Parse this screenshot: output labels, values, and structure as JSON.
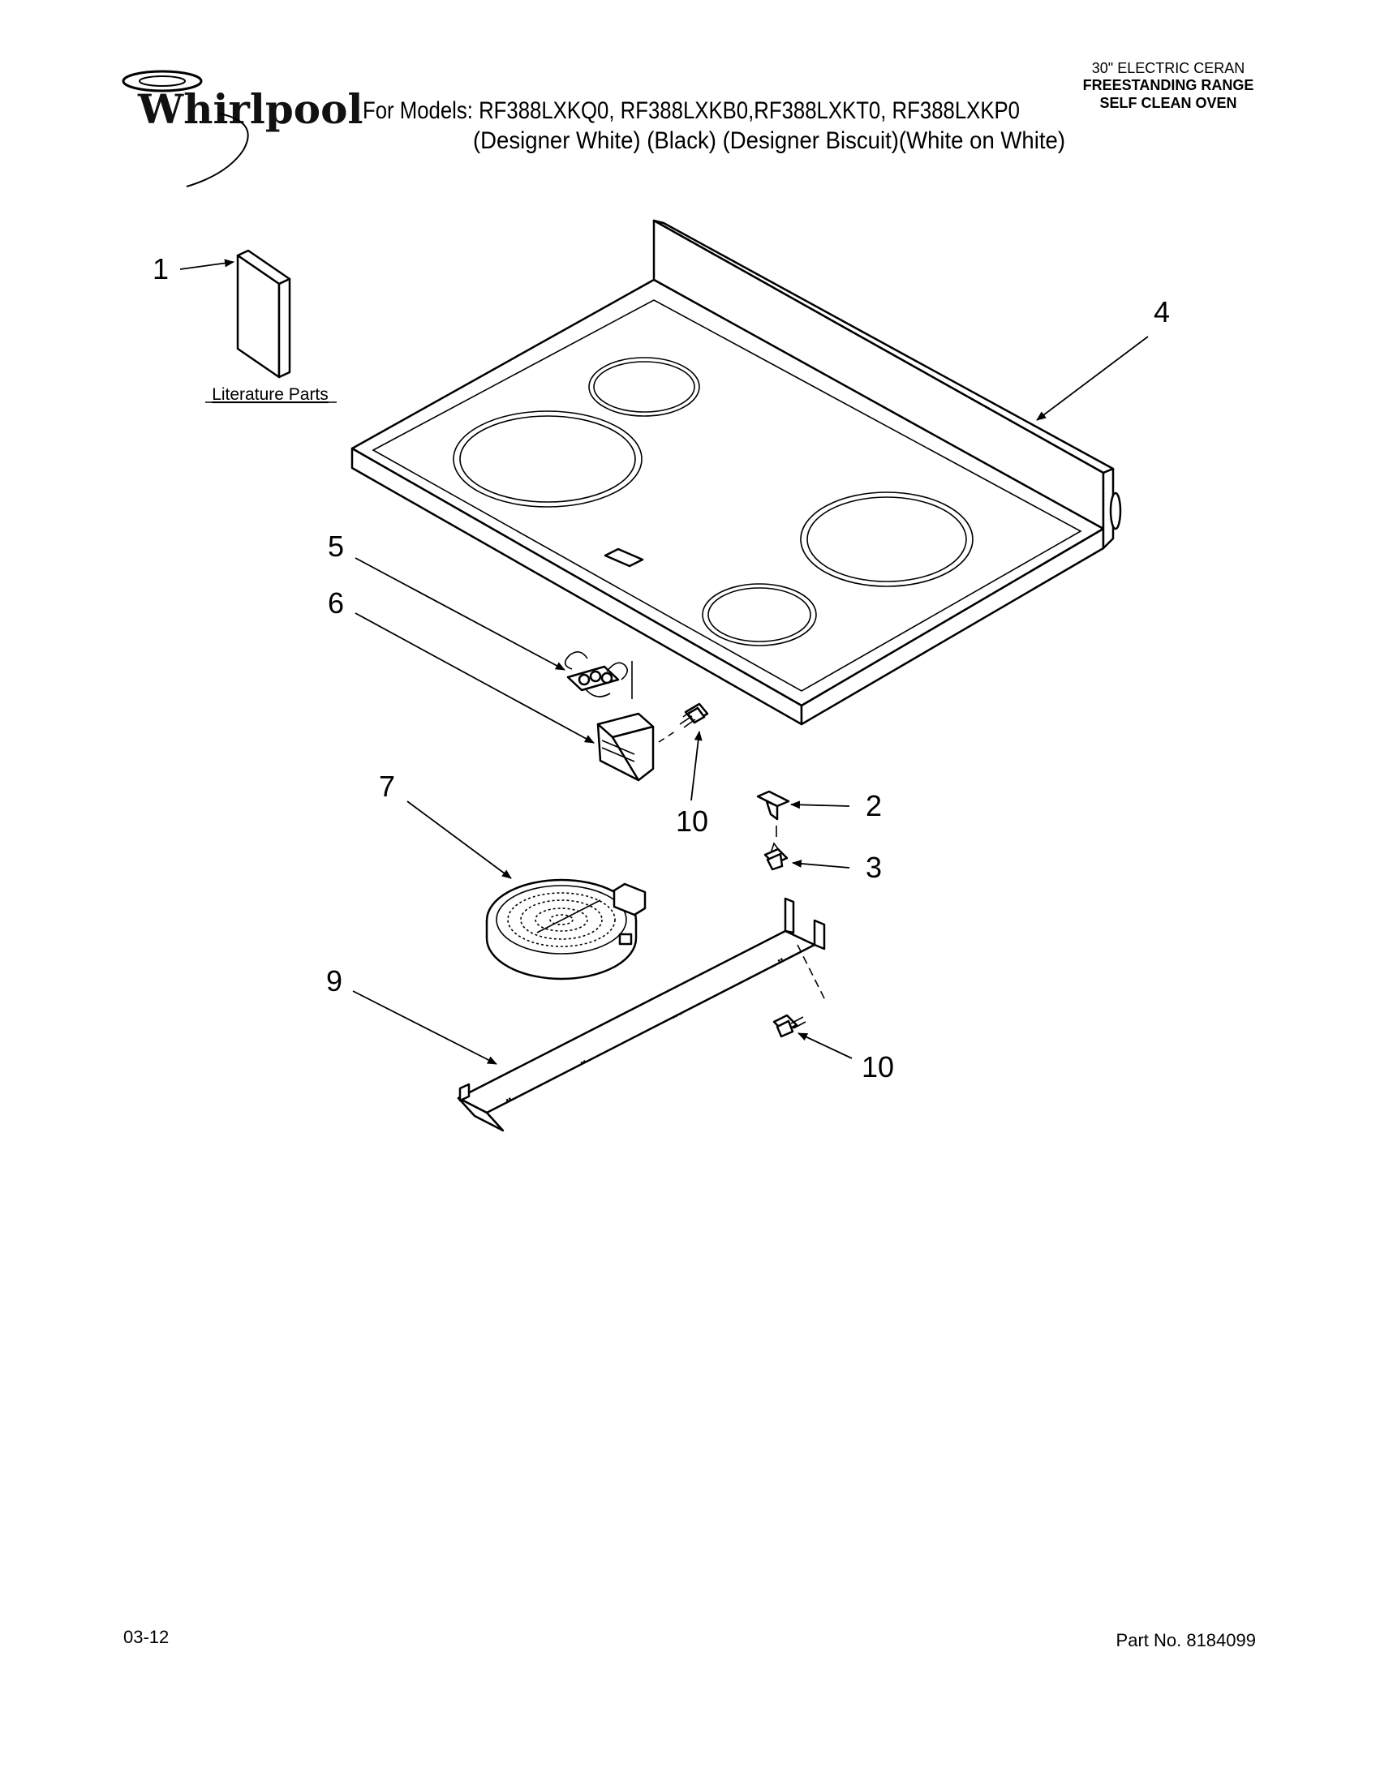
{
  "brand": {
    "name": "Whirlpool"
  },
  "header": {
    "models_line": "For Models: RF388LXKQ0, RF388LXKB0,RF388LXKT0, RF388LXKP0",
    "colors_line": "(Designer White)    (Black) (Designer Biscuit)(White on White)"
  },
  "product": {
    "line1": "30\" ELECTRIC CERAN",
    "line2": "FREESTANDING RANGE",
    "line3": "SELF CLEAN OVEN"
  },
  "literature": {
    "label": "Literature Parts"
  },
  "callouts": {
    "c1": "1",
    "c2": "2",
    "c3": "3",
    "c4": "4",
    "c5": "5",
    "c6": "6",
    "c7": "7",
    "c9": "9",
    "c10a": "10",
    "c10b": "10"
  },
  "footer": {
    "date": "03-12",
    "part_no": "Part No. 8184099"
  }
}
